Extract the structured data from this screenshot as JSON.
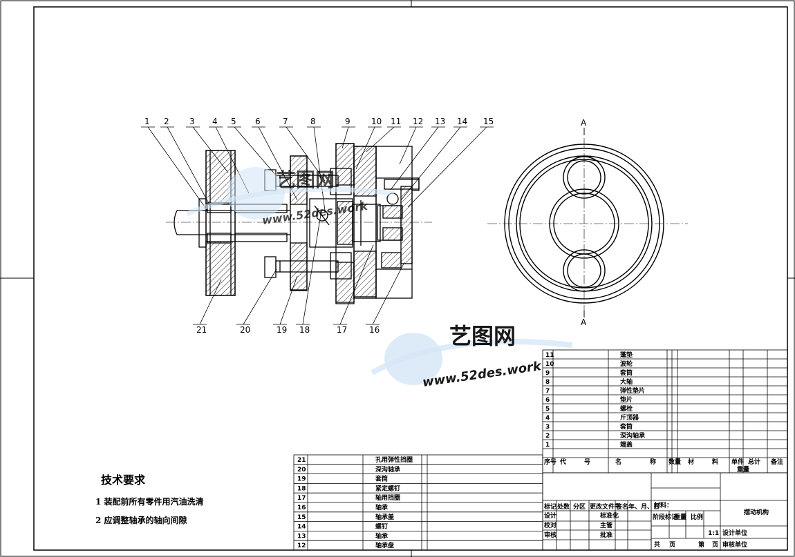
{
  "part_labels": [
    "1",
    "2",
    "3",
    "4",
    "5",
    "6",
    "7",
    "8",
    "9",
    "10",
    "11",
    "12",
    "13",
    "14",
    "15",
    "16",
    "17",
    "18",
    "19",
    "20",
    "21"
  ],
  "section_label": "A",
  "tech_requirements": {
    "title": "技术要求",
    "items": [
      "1 装配前所有零件用汽油洗清",
      "2 应调整轴承的轴向间隙"
    ]
  },
  "bom_right": [
    {
      "no": "11",
      "name": "蓬垫"
    },
    {
      "no": "10",
      "name": "波轮"
    },
    {
      "no": "9",
      "name": "套筒"
    },
    {
      "no": "8",
      "name": "大轴"
    },
    {
      "no": "7",
      "name": "弹性垫片"
    },
    {
      "no": "6",
      "name": "垫片"
    },
    {
      "no": "5",
      "name": "螺栓"
    },
    {
      "no": "4",
      "name": "斤顶器"
    },
    {
      "no": "3",
      "name": "套筒"
    },
    {
      "no": "2",
      "name": "深沟轴承"
    },
    {
      "no": "1",
      "name": "端盖"
    }
  ],
  "bom_left": [
    {
      "no": "21",
      "name": "孔用弹性挡圈"
    },
    {
      "no": "20",
      "name": "深沟轴承"
    },
    {
      "no": "19",
      "name": "套筒"
    },
    {
      "no": "18",
      "name": "紧定螺钉"
    },
    {
      "no": "17",
      "name": "轴用挡圈"
    },
    {
      "no": "16",
      "name": "轴承"
    },
    {
      "no": "15",
      "name": "轴承盖"
    },
    {
      "no": "14",
      "name": "螺钉"
    },
    {
      "no": "13",
      "name": "轴承"
    },
    {
      "no": "12",
      "name": "轴承盘"
    }
  ],
  "bom_header": {
    "no": "序号",
    "code": "代",
    "code2": "号",
    "name": "名",
    "name2": "称",
    "qty": "数量",
    "mat": "材",
    "mat2": "料",
    "unit_wt": "单件",
    "total_wt": "总计",
    "weight": "重量",
    "note": "备注"
  },
  "title_block": {
    "material": "材料：",
    "mark": "标记",
    "count": "处数",
    "zone": "分区",
    "change_doc": "更改文件号",
    "sign": "签名",
    "date": "年、月、日",
    "design": "设计",
    "standard": "标准化",
    "check": "校对",
    "supervisor": "主管",
    "review": "审核",
    "approve": "批准",
    "stage": "阶段标记",
    "weight": "重量",
    "scale": "比例",
    "scale_value": "1:1",
    "drawing_name": "摆动机构",
    "design_unit": "设计单位",
    "total": "共",
    "page": "页",
    "sheet": "第",
    "page2": "页",
    "review_unit": "审核单位"
  },
  "watermark": {
    "brand": "艺图网",
    "url": "www.52des.work"
  }
}
